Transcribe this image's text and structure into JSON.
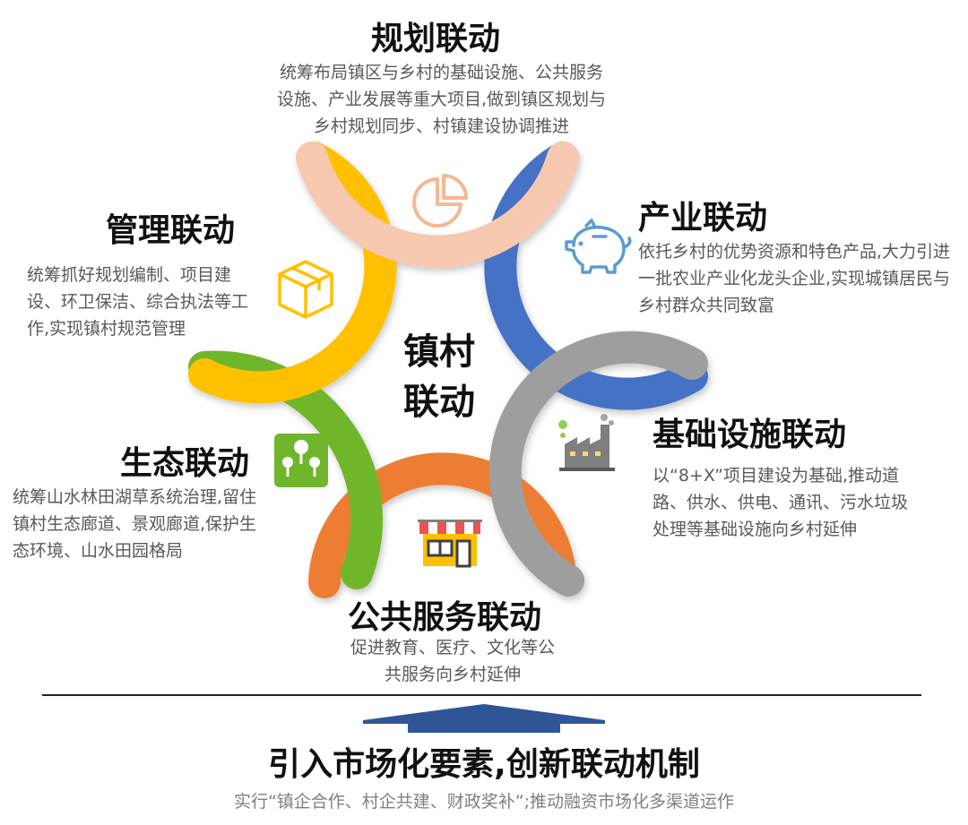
{
  "center": {
    "line1": "镇村",
    "line2": "联动"
  },
  "nodes": {
    "planning": {
      "title": "规划联动",
      "desc": "统筹布局镇区与乡村的基础设施、公共服务设施、产业发展等重大项目,做到镇区规划与乡村规划同步、村镇建设协调推进",
      "color": "#F7C8B0",
      "icon": "pie-chart-icon"
    },
    "industry": {
      "title": "产业联动",
      "desc": "依托乡村的优势资源和特色产品,大力引进一批农业产业化龙头企业,实现城镇居民与乡村群众共同致富",
      "color": "#4472C4",
      "icon": "piggy-bank-icon"
    },
    "infrastructure": {
      "title": "基础设施联动",
      "desc": "以“8+X”项目建设为基础,推动道路、供水、供电、通讯、污水垃圾处理等基础设施向乡村延伸",
      "color": "#9E9E9E",
      "icon": "factory-icon"
    },
    "public_service": {
      "title": "公共服务联动",
      "desc": "促进教育、医疗、文化等公共服务向乡村延伸",
      "color": "#ED7D31",
      "icon": "store-icon"
    },
    "ecology": {
      "title": "生态联动",
      "desc": "统筹山水林田湖草系统治理,留住镇村生态廊道、景观廊道,保护生态环境、山水田园格局",
      "color": "#70B62C",
      "icon": "trees-icon"
    },
    "management": {
      "title": "管理联动",
      "desc": "统筹抓好规划编制、项目建设、环卫保洁、综合执法等工作,实现镇村规范管理",
      "color": "#FFC000",
      "icon": "box-icon"
    }
  },
  "bottom": {
    "title": "引入市场化要素,创新联动机制",
    "subtitle": "实行“镇企合作、村企共建、财政奖补”;推动融资市场化多渠道运作",
    "arrow_color": "#2F5597"
  }
}
